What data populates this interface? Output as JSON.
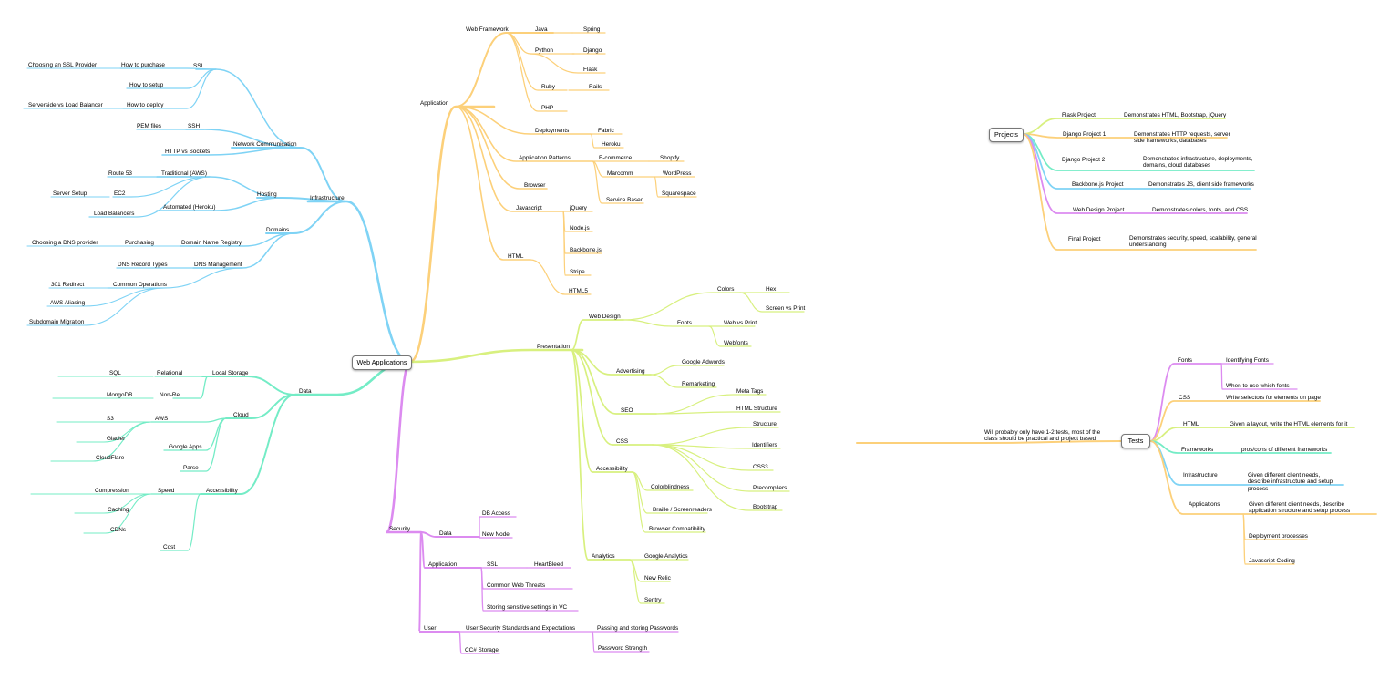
{
  "colors": {
    "infrastructure": "#7fd3f5",
    "application": "#fcd07a",
    "presentation": "#d8f07f",
    "data": "#74ecc6",
    "security": "#dc8bf0",
    "box_border": "#777777"
  },
  "center": {
    "label": "Web Applications"
  },
  "infra": {
    "infrastructure": "Infrastructure",
    "network_communication": "Network Communication",
    "ssl": "SSL",
    "how_to_purchase": "How to purchase",
    "choosing_ssl_provider": "Choosing an SSL Provider",
    "how_to_setup": "How to setup",
    "how_to_deploy": "How to deploy",
    "serverside_vs_lb": "Serverside vs Load Balancer",
    "ssh": "SSH",
    "pem_files": "PEM files",
    "http_vs_sockets": "HTTP vs Sockets",
    "hosting": "Hosting",
    "traditional_aws": "Traditional (AWS)",
    "route53": "Route 53",
    "ec2": "EC2",
    "server_setup": "Server Setup",
    "load_balancers": "Load Balancers",
    "automated_heroku": "Automated (Heroku)",
    "domains": "Domains",
    "domain_name_registry": "Domain Name Registry",
    "purchasing": "Purchasing",
    "choosing_dns_provider": "Choosing a DNS provider",
    "dns_management": "DNS Management",
    "dns_record_types": "DNS Record Types",
    "common_operations": "Common Operations",
    "redirect_301": "301 Redirect",
    "aws_aliasing": "AWS Aliasing",
    "subdomain_migration": "Subdomain Migration"
  },
  "app": {
    "application": "Application",
    "web_framework": "Web Framework",
    "java": "Java",
    "spring": "Spring",
    "python": "Python",
    "django": "Django",
    "flask": "Flask",
    "ruby": "Ruby",
    "rails": "Rails",
    "php": "PHP",
    "deployments": "Deployments",
    "fabric": "Fabric",
    "heroku": "Heroku",
    "application_patterns": "Application Patterns",
    "ecommerce": "E-commerce",
    "shopify": "Shopify",
    "marcomm": "Marcomm",
    "wordpress": "WordPress",
    "squarespace": "Squarespace",
    "service_based": "Service Based",
    "browser": "Browser",
    "javascript": "Javascript",
    "jquery": "jQuery",
    "nodejs": "Node.js",
    "backbonejs": "Backbone.js",
    "stripe": "Stripe",
    "html": "HTML",
    "html5": "HTML5"
  },
  "pres": {
    "presentation": "Presentation",
    "web_design": "Web Design",
    "colors": "Colors",
    "hex": "Hex",
    "screen_vs_print": "Screen vs Print",
    "fonts": "Fonts",
    "web_vs_print": "Web vs Print",
    "webfonts": "Webfonts",
    "advertising": "Advertising",
    "google_adwords": "Google Adwords",
    "remarketing": "Remarketing",
    "seo": "SEO",
    "meta_tags": "Meta Tags",
    "html_structure": "HTML Structure",
    "css": "CSS",
    "structure": "Structure",
    "identifiers": "Identifiers",
    "css3": "CSS3",
    "precompilers": "Precompilers",
    "bootstrap": "Bootstrap",
    "accessibility": "Accessibility",
    "colorblindness": "Colorblindness",
    "braille": "Braille / Screenreaders",
    "browser_compat": "Browser Compatibility",
    "analytics": "Analytics",
    "google_analytics": "Google Analytics",
    "new_relic": "New Relic",
    "sentry": "Sentry"
  },
  "data_branch": {
    "data": "Data",
    "local_storage": "Local Storage",
    "relational": "Relational",
    "sql": "SQL",
    "non_rel": "Non-Rel",
    "mongodb": "MongoDB",
    "cloud": "Cloud",
    "aws": "AWS",
    "s3": "S3",
    "glacier": "Glacier",
    "cloudflare": "CloudFlare",
    "google_apps": "Google Apps",
    "parse": "Parse",
    "accessibility": "Accessibility",
    "speed": "Speed",
    "compression": "Compression",
    "caching": "Caching",
    "cdns": "CDNs",
    "cost": "Cost"
  },
  "sec": {
    "security": "Security",
    "data": "Data",
    "db_access": "DB Access",
    "new_node": "New Node",
    "application": "Application",
    "ssl": "SSL",
    "heartbleed": "HeartBleed",
    "common_threats": "Common Web Threats",
    "storing_settings": "Storing sensitive settings in VC",
    "user": "User",
    "user_standards": "User Security Standards and Expectations",
    "passing_passwords": "Passing and storing Passwords",
    "password_strength": "Password Strength",
    "cc_storage": "CC# Storage"
  },
  "projects": {
    "label": "Projects",
    "items": [
      {
        "name": "Flask Project",
        "desc": "Demonstrates HTML, Bootstrap, jQuery"
      },
      {
        "name": "Django Project 1",
        "desc": "Demonstrates HTTP requests, server side frameworks, databases"
      },
      {
        "name": "Django Project 2",
        "desc": "Demonstrates infrastructure, deployments, domains, cloud databases"
      },
      {
        "name": "Backbone.js Project",
        "desc": "Demonstrates JS, client side frameworks"
      },
      {
        "name": "Web Design Project",
        "desc": "Demonstrates colors, fonts, and CSS"
      },
      {
        "name": "Final Project",
        "desc": "Demonstrates security, speed, scalability, general understanding"
      }
    ]
  },
  "tests": {
    "label": "Tests",
    "note": "Will probably only have 1-2 tests, most of the class should be practical and project based",
    "fonts": "Fonts",
    "identifying_fonts": "Identifying Fonts",
    "when_to_use": "When to use which fonts",
    "css": "CSS",
    "css_desc": "Write selectors for elements on page",
    "html": "HTML",
    "html_desc": "Given a layout, write the HTML elements for it",
    "frameworks": "Frameworks",
    "frameworks_desc": "pros/cons of different frameworks",
    "infrastructure": "Infrastructure",
    "infrastructure_desc": "Given different client needs, describe infrastructure and setup process",
    "applications": "Applications",
    "applications_desc": "Given different client needs, describe application structure and setup process",
    "deployment_processes": "Deployment processes",
    "javascript_coding": "Javascript Coding"
  }
}
